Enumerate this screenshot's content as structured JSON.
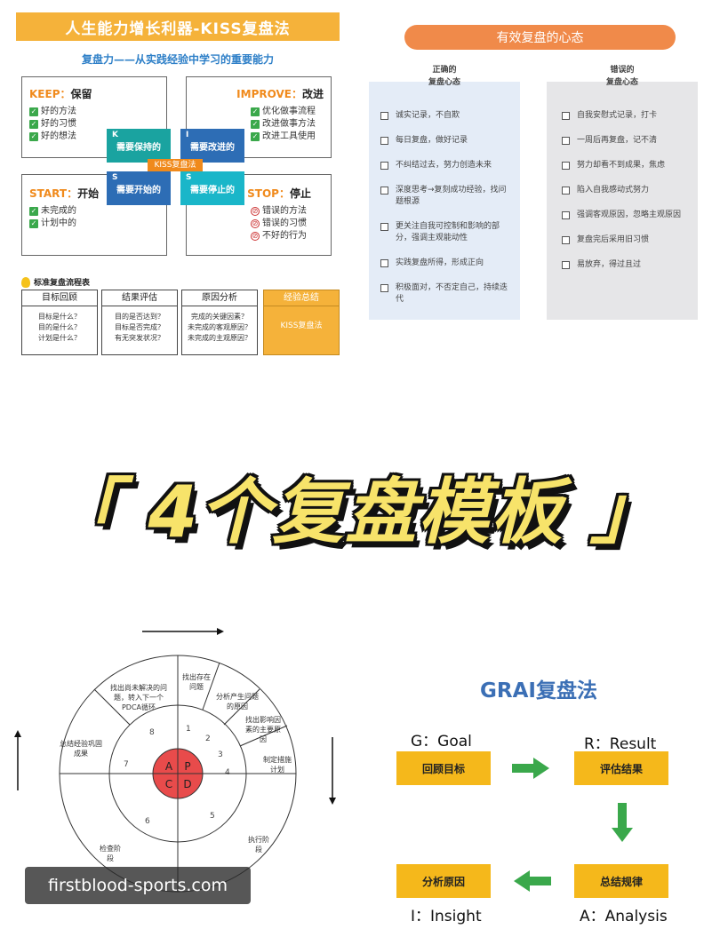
{
  "kiss": {
    "title": "人生能力增长利器-KISS复盘法",
    "subtitle": "复盘力——从实践经验中学习的重要能力",
    "keep": {
      "en": "KEEP：",
      "cn": "保留",
      "items": [
        "好的方法",
        "好的习惯",
        "好的想法"
      ]
    },
    "improve": {
      "en": "IMPROVE：",
      "cn": "改进",
      "items": [
        "优化做事流程",
        "改进做事方法",
        "改进工具使用"
      ]
    },
    "start": {
      "en": "START：",
      "cn": "开始",
      "items": [
        "未完成的",
        "计划中的"
      ]
    },
    "stop": {
      "en": "STOP：",
      "cn": "停止",
      "items": [
        "错误的方法",
        "错误的习惯",
        "不好的行为"
      ]
    },
    "tiles": [
      {
        "letter": "K",
        "text": "需要保持的"
      },
      {
        "letter": "I",
        "text": "需要改进的"
      },
      {
        "letter": "S",
        "text": "需要开始的"
      },
      {
        "letter": "S",
        "text": "需要停止的"
      }
    ],
    "center": "KISS复盘法",
    "flow_label": "标准复盘流程表",
    "flow": [
      {
        "head": "目标回顾",
        "lines": [
          "目标是什么？",
          "目的是什么？",
          "计划是什么？"
        ]
      },
      {
        "head": "结果评估",
        "lines": [
          "目的是否达到？",
          "目标是否完成？",
          "有无突发状况？"
        ]
      },
      {
        "head": "原因分析",
        "lines": [
          "完成的关键因素？",
          "未完成的客观原因？",
          "未完成的主观原因？"
        ]
      },
      {
        "head": "经验总结",
        "lines": [
          "KISS复盘法"
        ]
      }
    ]
  },
  "mindset": {
    "title": "有效复盘的心态",
    "correct_head": "正确的\n复盘心态",
    "correct": [
      "诚实记录，不自欺",
      "每日复盘，做好记录",
      "不纠结过去，努力创造未来",
      "深度思考→复刻成功经验，找问题根源",
      "更关注自我可控制和影响的部分，强调主观能动性",
      "实践复盘所得，形成正向",
      "积极面对，不否定自己，持续迭代"
    ],
    "wrong_head": "错误的\n复盘心态",
    "wrong": [
      "自我安慰式记录，打卡",
      "一周后再复盘，记不清",
      "努力却看不到成果，焦虑",
      "陷入自我感动式努力",
      "强调客观原因，忽略主观原因",
      "复盘完后采用旧习惯",
      "易放弃，得过且过"
    ]
  },
  "headline": "「 4个复盘模板 」",
  "pdca": {
    "quadrants": [
      "A",
      "P",
      "C",
      "D"
    ],
    "numbers": [
      "1",
      "2",
      "3",
      "4",
      "5",
      "6",
      "7",
      "8"
    ],
    "labels": [
      "找出存在问题",
      "分析产生问题的原因",
      "找出影响因素的主要原因",
      "制定措施计划",
      "执行阶段",
      "检查阶段",
      "总结经验巩固成果",
      "找出尚未解决的问题，转入下一个PDCA循环"
    ]
  },
  "grai": {
    "title": "GRAI复盘法",
    "g_label": "G：Goal",
    "g_box": "回顾目标",
    "r_label": "R：Result",
    "r_box": "评估结果",
    "a_label": "A：Analysis",
    "a_box": "总结规律",
    "i_label": "I：Insight",
    "i_box": "分析原因",
    "colors": {
      "box": "#f5b81b",
      "arrow": "#3aa84b"
    }
  },
  "watermark": "firstblood-sports.com"
}
